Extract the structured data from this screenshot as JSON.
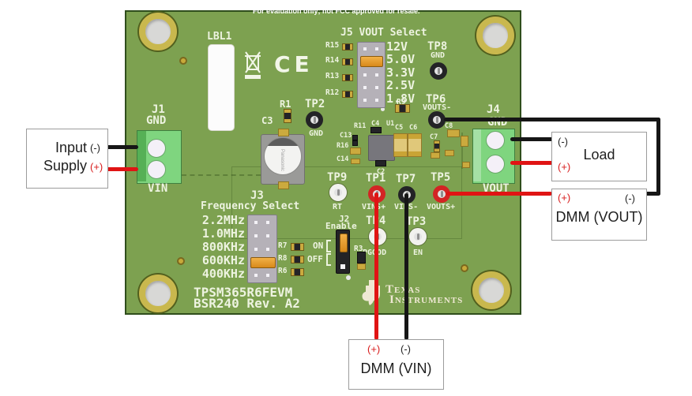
{
  "board": {
    "top_note": "For evaluation only; not FCC approved for resale.",
    "sticker_label": "LBL1",
    "ce_mark": "CE",
    "name_line1": "TPSM365R6FEVM",
    "name_line2": "BSR240 Rev. A2",
    "logo_line1": "Texas",
    "logo_line2": "Instruments",
    "c3_brand": "Panasonic"
  },
  "j1": {
    "ref": "J1",
    "pin_top": "GND",
    "pin_bottom": "VIN"
  },
  "j4": {
    "ref": "J4",
    "pin_top": "GND",
    "pin_bottom": "VOUT"
  },
  "j5": {
    "title": "J5 VOUT Select",
    "options": [
      "12V",
      "5.0V",
      "3.3V",
      "2.5V",
      "1.8V"
    ],
    "selected": "5.0V",
    "resistors": [
      "R15",
      "R14",
      "R13",
      "R12"
    ]
  },
  "j3": {
    "ref": "J3",
    "title": "Frequency Select",
    "options": [
      "2.2MHz",
      "1.0MHz",
      "800KHz",
      "600KHz",
      "400KHz"
    ],
    "selected": "600KHz",
    "resistors": [
      "R7",
      "R8",
      "R6"
    ]
  },
  "j2": {
    "ref": "J2",
    "title": "Enable",
    "on_label": "ON",
    "off_label": "OFF"
  },
  "testpoints": {
    "tp8": {
      "ref": "TP8",
      "signal": "GND"
    },
    "tp6": {
      "ref": "TP6",
      "signal": "VOUTS-"
    },
    "tp2": {
      "ref": "TP2",
      "signal": "GND"
    },
    "tp9": {
      "ref": "TP9",
      "signal": "RT"
    },
    "tp1": {
      "ref": "TP1",
      "signal": "VINS+"
    },
    "tp7": {
      "ref": "TP7",
      "signal": "VINS-"
    },
    "tp5": {
      "ref": "TP5",
      "signal": "VOUTS+"
    },
    "tp4": {
      "ref": "TP4",
      "signal": "PGOOD"
    },
    "tp3": {
      "ref": "TP3",
      "signal": "EN"
    }
  },
  "refdes": {
    "r1": "R1",
    "c3": "C3",
    "r9": "R9",
    "r11": "R11",
    "c4": "C4",
    "u1": "U1",
    "c5": "C5",
    "c6": "C6",
    "c13": "C13",
    "r16": "R16",
    "c14": "C14",
    "c2": "C2",
    "c7": "C7",
    "c8": "C8",
    "r3": "R3"
  },
  "annotations": {
    "input_supply": {
      "line1": "Input",
      "line2": "Supply",
      "neg": "(-)",
      "pos": "(+)"
    },
    "load": {
      "label": "Load",
      "neg": "(-)",
      "pos": "(+)"
    },
    "dmm_vout": {
      "label": "DMM (VOUT)",
      "pos": "(+)",
      "neg": "(-)"
    },
    "dmm_vin": {
      "label": "DMM (VIN)",
      "pos": "(+)",
      "neg": "(-)"
    }
  },
  "colors": {
    "board_green": "#7da150",
    "wire_red": "#e01414",
    "wire_black": "#161616",
    "jumper_orange": "#e8a02a",
    "terminal_green": "#7fd57f",
    "testpoint_red": "#d32424",
    "silkscreen": "#edf3e0"
  }
}
